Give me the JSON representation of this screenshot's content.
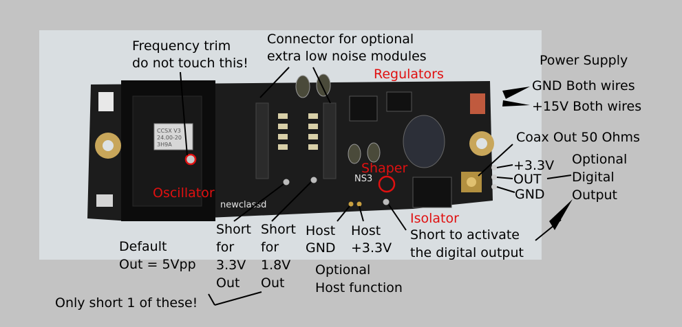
{
  "labels": {
    "freq_trim_1": "Frequency trim",
    "freq_trim_2": "do not touch this!",
    "connector_1": "Connector for optional",
    "connector_2": "extra low noise modules",
    "regulators": "Regulators",
    "power_supply": "Power Supply",
    "gnd_both": "GND Both wires",
    "v15_both": "+15V Both wires",
    "coax_out": "Coax Out 50 Ohms",
    "pin_33v": "+3.3V",
    "pin_out": "OUT",
    "pin_gnd": "GND",
    "opt_digital_1": "Optional",
    "opt_digital_2": "Digital",
    "opt_digital_3": "Output",
    "oscillator": "Oscillator",
    "shaper": "Shaper",
    "isolator": "Isolator",
    "short33_1": "Short",
    "short33_2": "for",
    "short33_3": "3.3V",
    "short33_4": "Out",
    "short18_1": "Short",
    "short18_2": "for",
    "short18_3": "1.8V",
    "short18_4": "Out",
    "host_gnd_1": "Host",
    "host_gnd_2": "GND",
    "host_33_1": "Host",
    "host_33_2": "+3.3V",
    "short_activate_1": "Short to activate",
    "short_activate_2": "the digital output",
    "default_1": "Default",
    "default_2": "Out = 5Vpp",
    "opt_host_1": "Optional",
    "opt_host_2": "Host function",
    "only_short": "Only short 1 of these!"
  },
  "board_silkscreen": {
    "brand": "newclassd",
    "ns3": "NS3",
    "crystal_1": "CCSX V3",
    "crystal_2": "24.00-20",
    "crystal_3": "3H9A"
  },
  "colors": {
    "background": "#c3c3c3",
    "photo_background": "#d8dde0",
    "pcb": "#1a1a1a",
    "callout_red": "#e01010",
    "arrow": "#000000"
  }
}
